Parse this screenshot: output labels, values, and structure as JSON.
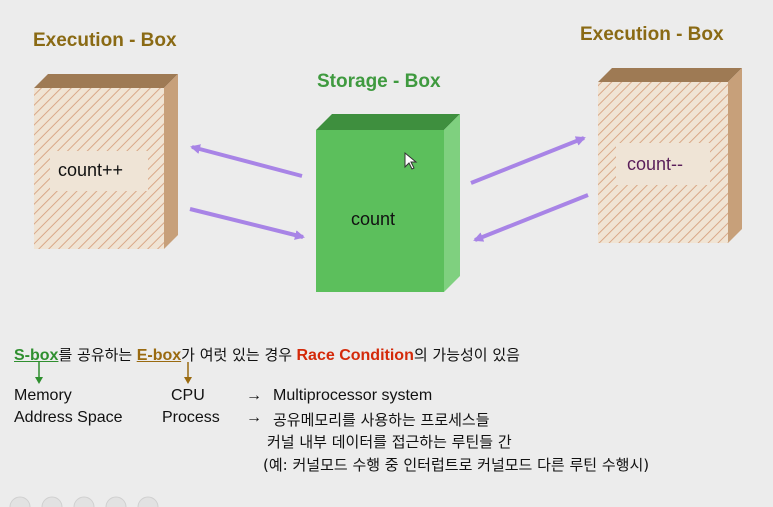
{
  "left_box": {
    "title": "Execution - Box",
    "label": "count++"
  },
  "right_box": {
    "title": "Execution - Box",
    "label": "count--"
  },
  "storage_box": {
    "title": "Storage - Box",
    "label": "count"
  },
  "colors": {
    "execution_title": "#8a6a14",
    "storage_title": "#3f9a3f",
    "storage_face": "#5cbf5c",
    "arrow": "#a884e6",
    "race": "#d42a0a",
    "count_minus": "#5a1f5a"
  },
  "notes": {
    "sbox": "S-box",
    "text1": "를 공유하는",
    "ebox": "E-box",
    "text2": "가 여럿 있는 경우",
    "race": "Race Condition",
    "text3": "의 가능성이 있음",
    "memory": "Memory",
    "address_space": "Address Space",
    "cpu": "CPU",
    "process": "Process",
    "arrow1": "→",
    "arrow2": "→",
    "multiprocessor": "Multiprocessor system",
    "shared_memory": "공유메모리를 사용하는 프로세스들",
    "kernel_routines": "커널 내부 데이터를 접근하는 루틴들 간",
    "example": "(예: 커널모드 수행 중 인터럽트로 커널모드 다른 루틴 수행시)"
  }
}
